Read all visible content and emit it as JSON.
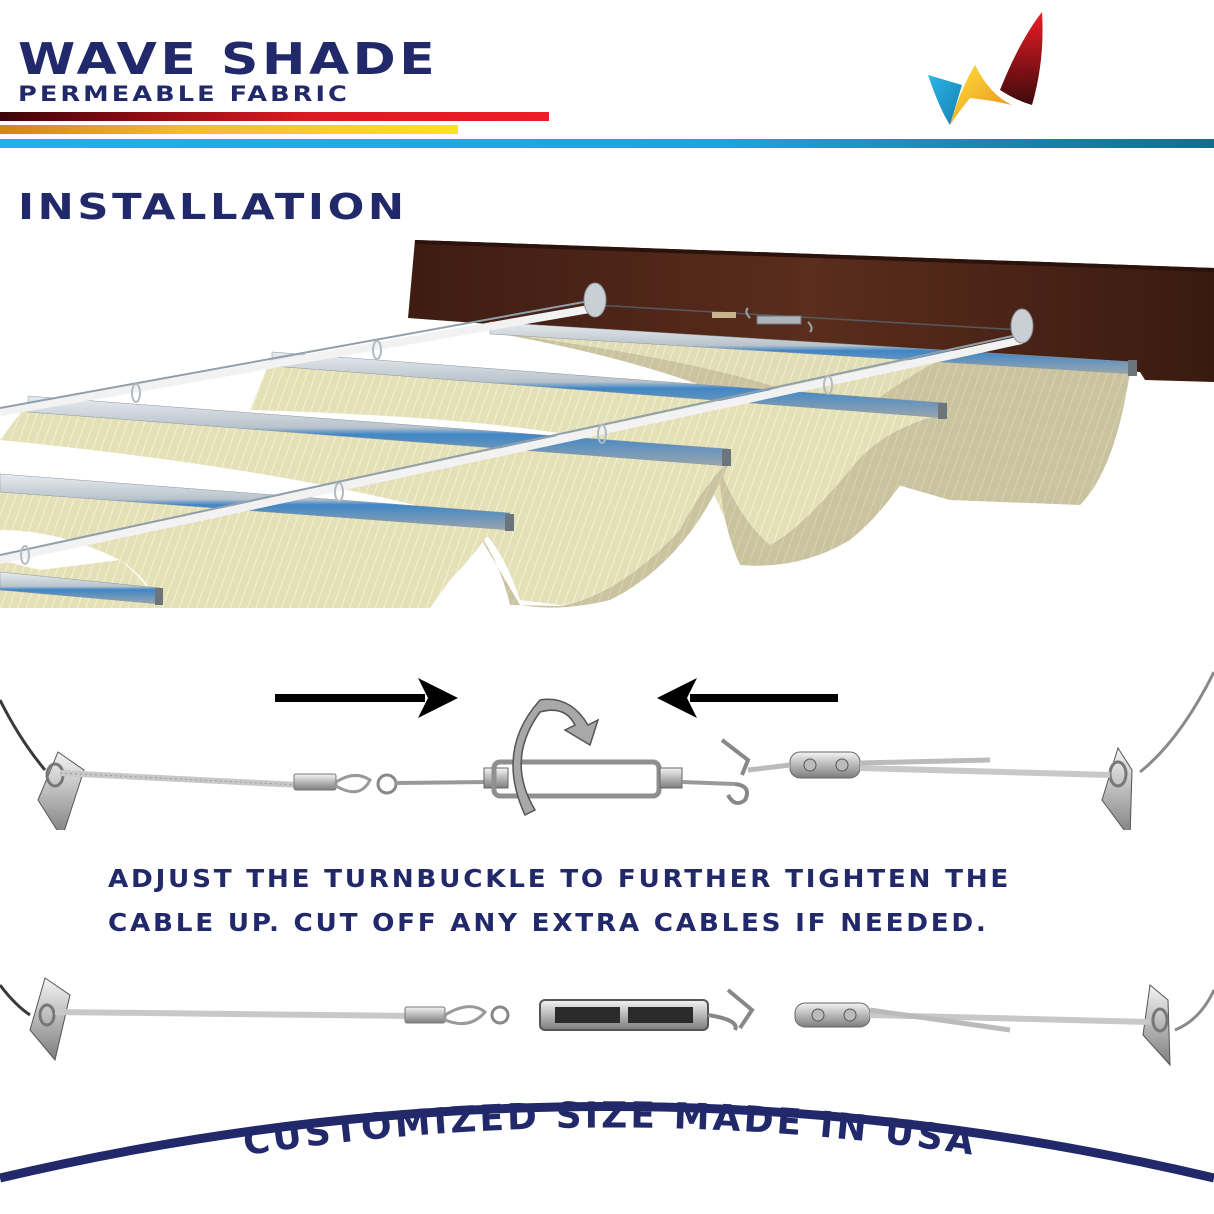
{
  "header": {
    "title": "WAVE SHADE",
    "subtitle": "PERMEABLE FABRIC",
    "logo": "brand-logo-w-icon",
    "stripe_colors": {
      "red": "#ee1c25",
      "yellow": "#ffe21a",
      "blue": "#1fb2e6"
    }
  },
  "section": {
    "title": "INSTALLATION"
  },
  "illustrations": {
    "scene": "wave-shade-canopy-illustration",
    "hardware_before": "turnbuckle-cable-assembly-with-arrows",
    "hardware_after": "tightened-turnbuckle-cable-assembly"
  },
  "instructions": {
    "line1": "ADJUST THE TURNBUCKLE TO FURTHER TIGHTEN THE",
    "line2": "CABLE UP. CUT OFF ANY EXTRA CABLES IF NEEDED."
  },
  "footer": {
    "banner": "CUSTOMIZED SIZE MADE IN USA"
  },
  "colors": {
    "navy": "#22296a",
    "wood": "#4a2418",
    "fabric": "#e6e2bc"
  }
}
